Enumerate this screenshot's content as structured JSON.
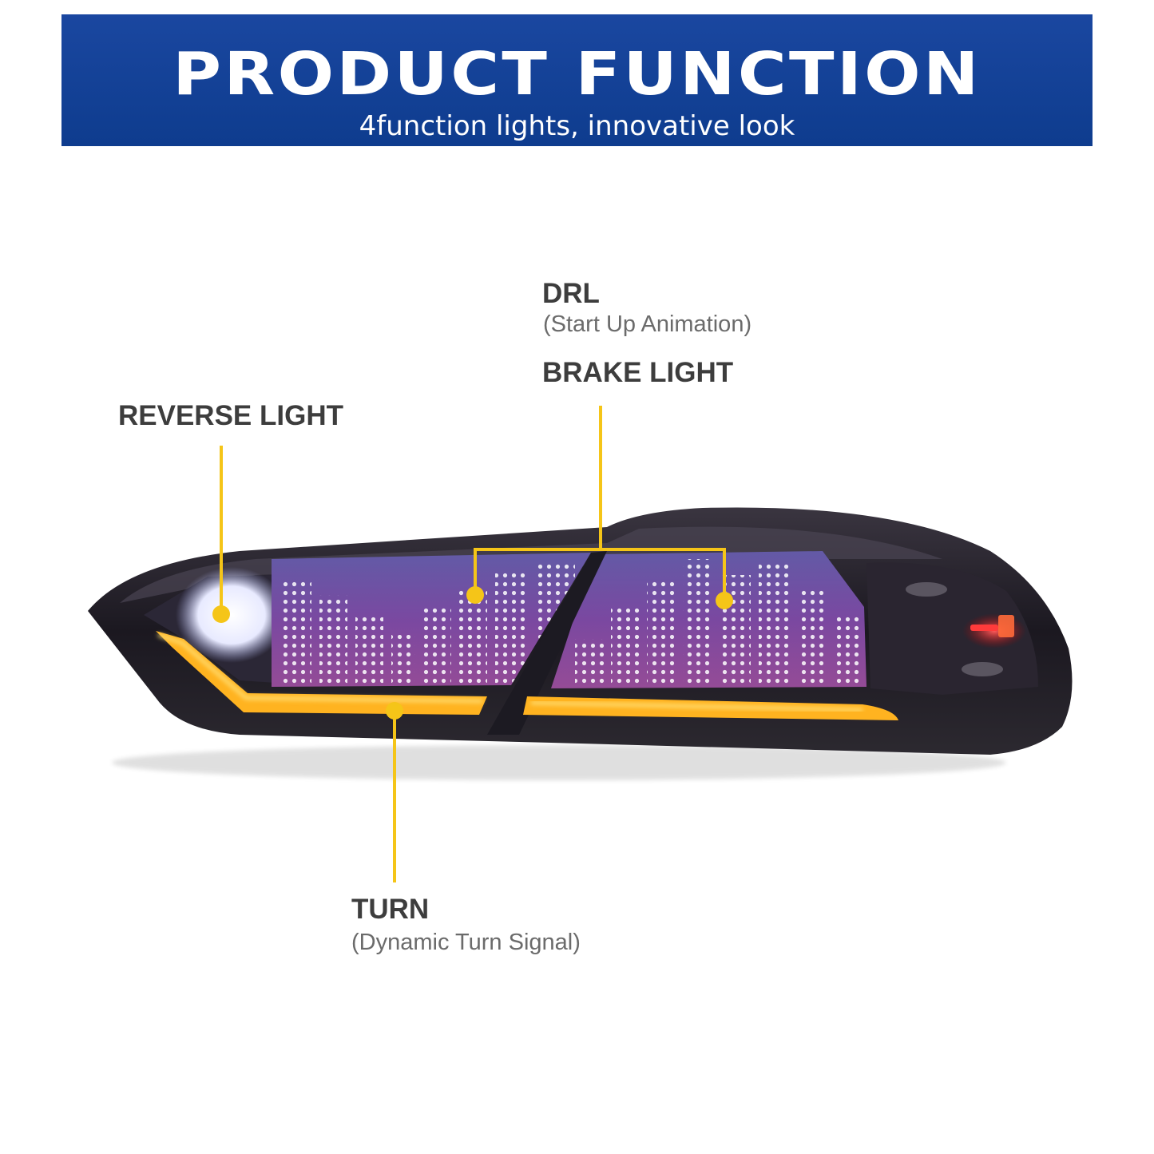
{
  "banner": {
    "title": "PRODUCT FUNCTION",
    "subtitle": "4function lights, innovative look"
  },
  "callouts": {
    "drl": {
      "title": "DRL",
      "subtitle": "(Start Up Animation)"
    },
    "brake": {
      "title": "BRAKE LIGHT"
    },
    "reverse": {
      "title": "REVERSE LIGHT"
    },
    "turn": {
      "title": "TURN",
      "subtitle": "(Dynamic Turn Signal)"
    }
  },
  "colors": {
    "banner_blue": "#11408f",
    "callout_yellow": "#f5c518",
    "label_gray": "#3d3d3d",
    "led_purple": "#a94fe0",
    "turn_amber": "#ffb320"
  },
  "icons": {
    "product": "led-tail-light-image"
  }
}
